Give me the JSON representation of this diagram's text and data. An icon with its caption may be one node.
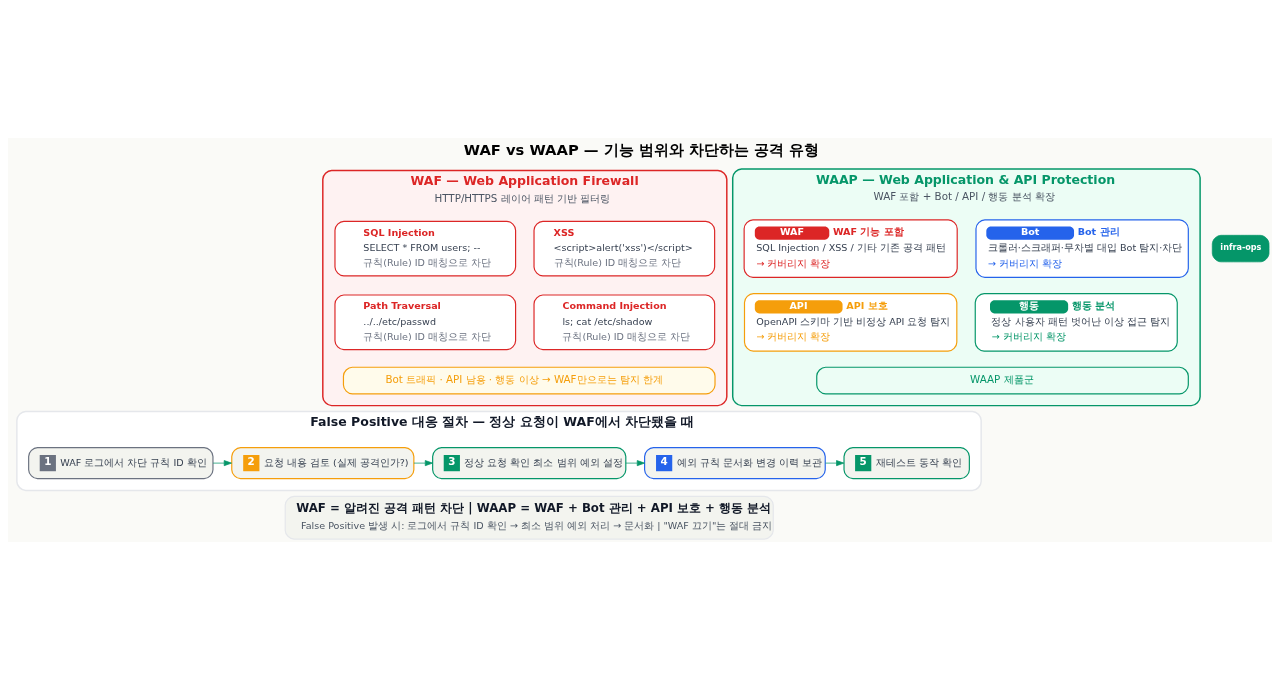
{
  "diagram": {
    "title": "WAF vs WAAP — 기능 범위와 차단하는 공격 유형",
    "nodes": [
      {
        "text": [
          "WAF — Web Application Firewall",
          "HTTP/HTTPS 레이어 패턴 기반 필터링"
        ]
      },
      {
        "text": [
          "SQL Injection",
          "SELECT * FROM users; --",
          "규칙(Rule) ID 매칭으로 차단"
        ],
        "in": 0
      },
      {
        "text": [
          "XSS",
          "<script>alert('xss')</script>",
          "규칙(Rule) ID 매칭으로 차단"
        ],
        "in": 0
      },
      {
        "text": [
          "Path Traversal",
          "../../etc/passwd",
          "규칙(Rule) ID 매칭으로 차단"
        ],
        "in": 0
      },
      {
        "text": [
          "Command Injection",
          "ls; cat /etc/shadow",
          "규칙(Rule) ID 매칭으로 차단"
        ],
        "in": 0
      },
      {
        "text": [
          "Bot 트래픽 · API 남용 · 행동 이상 → WAF만으로는 탐지 한계"
        ],
        "in": 0
      },
      {
        "text": [
          "WAAP — Web Application & API Protection",
          "WAF 포함 + Bot / API / 행동 분석 확장"
        ]
      },
      {
        "text": [
          "WAF",
          "WAF 기능 포함",
          "SQL Injection / XSS / 기타 기존 공격 패턴",
          "→ 커버리지 확장"
        ],
        "in": 6
      },
      {
        "text": [
          "Bot",
          "Bot 관리",
          "크롤러·스크래퍼·무차별 대입 Bot 탐지·차단",
          "→ 커버리지 확장"
        ],
        "in": 6
      },
      {
        "text": [
          "API",
          "API 보호",
          "OpenAPI 스키마 기반 비정상 API 요청 탐지",
          "→ 커버리지 확장"
        ],
        "in": 6
      },
      {
        "text": [
          "행동",
          "행동 분석",
          "정상 사용자 패턴 벗어난 이상 접근 탐지",
          "→ 커버리지 확장"
        ],
        "in": 6
      },
      {
        "text": [
          "WAAP 제품군"
        ],
        "in": 6
      },
      {
        "text": [
          "False Positive 대응 절차 — 정상 요청이 WAF에서 차단됐을 때"
        ]
      },
      {
        "text": [
          "1",
          "WAF 로그에서 차단 규칙 ID 확인"
        ],
        "in": 12
      },
      {
        "text": [
          "2",
          "요청 내용 검토 (실제 공격인가?)"
        ],
        "in": 12
      },
      {
        "text": [
          "3",
          "정상 요청 확인 최소 범위 예외 설정"
        ],
        "in": 12
      },
      {
        "text": [
          "4",
          "예외 규칙 문서화 변경 이력 보관"
        ],
        "in": 12
      },
      {
        "text": [
          "5",
          "재테스트 동작 확인"
        ],
        "in": 12
      },
      {
        "text": [
          "WAF = 알려진 공격 패턴 차단 | WAAP = WAF + Bot 관리 + API 보호 + 행동 분석",
          "False Positive 발생 시: 로그에서 규칙 ID 확인 → 최소 범위 예외 처리 → 문서화 | \"WAF 끄기\"는 절대 금지"
        ]
      }
    ],
    "edges": [
      {
        "from": 13,
        "to": 14,
        "arrow": "to"
      },
      {
        "from": 14,
        "to": 15,
        "arrow": "to"
      },
      {
        "from": 15,
        "to": 16,
        "arrow": "to"
      },
      {
        "from": 16,
        "to": 17,
        "arrow": "to"
      }
    ],
    "labels": [
      "infra-ops"
    ]
  }
}
